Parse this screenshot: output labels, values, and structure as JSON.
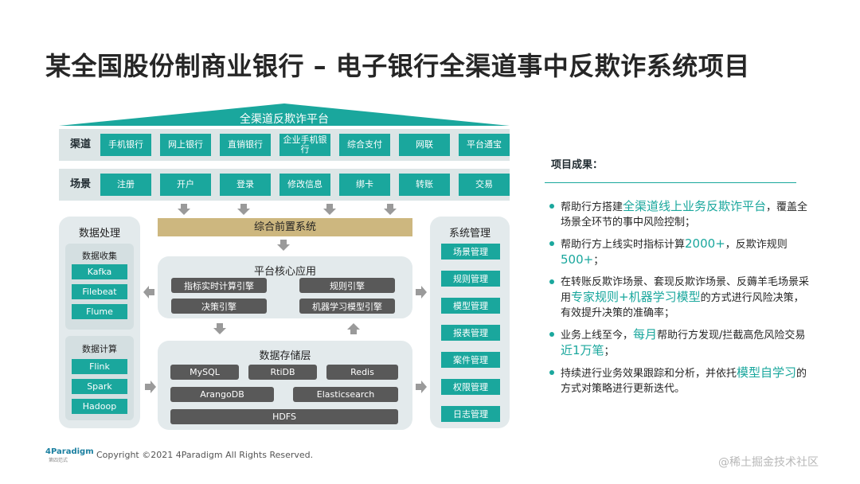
{
  "title": "某全国股份制商业银行 – 电子银行全渠道事中反欺诈系统项目",
  "platform": "全渠道反欺诈平台",
  "channels": {
    "label": "渠道",
    "items": [
      "手机银行",
      "网上银行",
      "直销银行",
      "企业手机银行",
      "综合支付",
      "网联",
      "平台通宝"
    ]
  },
  "scenes": {
    "label": "场景",
    "items": [
      "注册",
      "开户",
      "登录",
      "修改信息",
      "绑卡",
      "转账",
      "交易"
    ]
  },
  "front_system": "综合前置系统",
  "data_processing": {
    "title": "数据处理",
    "collect_title": "数据收集",
    "collect": [
      "Kafka",
      "Filebeat",
      "Flume"
    ],
    "compute_title": "数据计算",
    "compute": [
      "Flink",
      "Spark",
      "Hadoop"
    ]
  },
  "core": {
    "title": "平台核心应用",
    "items": [
      "指标实时计算引擎",
      "规则引擎",
      "决策引擎",
      "机器学习模型引擎"
    ]
  },
  "storage": {
    "title": "数据存储层",
    "items": [
      "MySQL",
      "RtiDB",
      "Redis",
      "ArangoDB",
      "Elasticsearch",
      "HDFS"
    ]
  },
  "system_mgmt": {
    "title": "系统管理",
    "items": [
      "场景管理",
      "规则管理",
      "模型管理",
      "报表管理",
      "案件管理",
      "权限管理",
      "日志管理"
    ]
  },
  "results": {
    "title": "项目成果：",
    "items": [
      [
        "帮助行方搭建",
        "全渠道线上业务反欺诈平台",
        "，覆盖全场景全环节的事中风险控制；"
      ],
      [
        "帮助行方上线实时指标计算",
        "2000+",
        "，反欺诈规则",
        "500+",
        "；"
      ],
      [
        "在转账反欺诈场景、套现反欺诈场景、反薅羊毛场景采用",
        "专家规则+机器学习模型",
        "的方式进行风险决策，有效提升决策的准确率；"
      ],
      [
        "业务上线至今，",
        "每月",
        "帮助行方发现/拦截高危风险交易",
        "近1万笔",
        "；"
      ],
      [
        "持续进行业务效果跟踪和分析，并依托",
        "模型自学习",
        "的方式对策略进行更新迭代。"
      ]
    ]
  },
  "footer": {
    "logo": "4Paradigm",
    "logo_sub": "第四范式",
    "copyright": "Copyright ©2021 4Paradigm All Rights Reserved.",
    "watermark": "@稀土掘金技术社区"
  },
  "colors": {
    "teal": "#1aa79d",
    "gold": "#cdb77f",
    "gray": "#595959",
    "panel": "#e3eaec"
  }
}
